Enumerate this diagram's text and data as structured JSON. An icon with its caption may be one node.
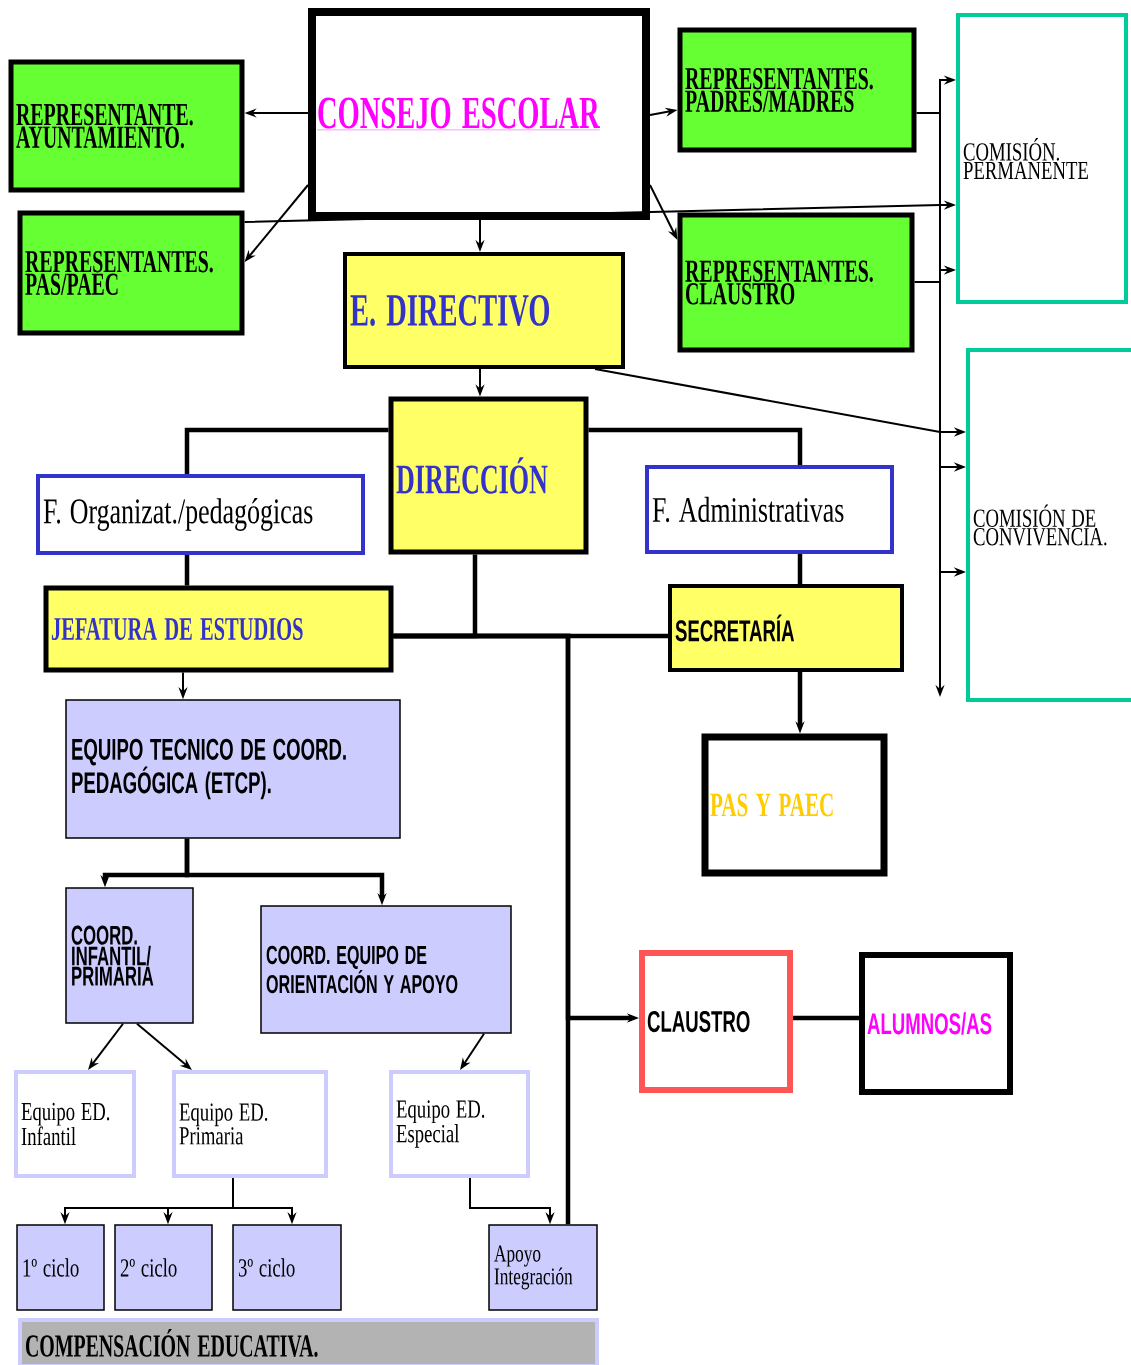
{
  "diagram": {
    "nodes": [
      {
        "text": [
          "CONSEJO ESCOLAR"
        ]
      },
      {
        "text": [
          "REPRESENTANTE. AYUNTAMIENTO."
        ]
      },
      {
        "text": [
          "REPRESENTANTES. PAS/PAEC"
        ]
      },
      {
        "text": [
          "REPRESENTANTES. PADRES/MADRES"
        ]
      },
      {
        "text": [
          "REPRESENTANTES. CLAUSTRO"
        ]
      },
      {
        "text": [
          "COMISIÓN. PERMANENTE"
        ]
      },
      {
        "text": [
          "E. DIRECTIVO"
        ]
      },
      {
        "text": [
          "DIRECCIÓN"
        ]
      },
      {
        "text": [
          "F. Organizat./pedagógicas"
        ]
      },
      {
        "text": [
          "F. Administrativas"
        ]
      },
      {
        "text": [
          "COMISIÓN DE CONVIVENCIA."
        ]
      },
      {
        "text": [
          "JEFATURA DE ESTUDIOS"
        ]
      },
      {
        "text": [
          "SECRETARÍA"
        ]
      },
      {
        "text": [
          "EQUIPO TECNICO DE COORD. PEDAGÓGICA (ETCP)."
        ]
      },
      {
        "text": [
          "PAS Y PAEC"
        ]
      },
      {
        "text": [
          "COORD. INFANTIL/ PRIMARIA"
        ]
      },
      {
        "text": [
          "COORD. EQUIPO DE ORIENTACIÓN Y APOYO"
        ]
      },
      {
        "text": [
          "CLAUSTRO"
        ]
      },
      {
        "text": [
          "ALUMNOS/AS"
        ]
      },
      {
        "text": [
          "Equipo ED. Infantil"
        ]
      },
      {
        "text": [
          "Equipo ED. Primaria"
        ]
      },
      {
        "text": [
          "Equipo ED. Especial"
        ]
      },
      {
        "text": [
          "1º ciclo"
        ]
      },
      {
        "text": [
          "2º ciclo"
        ]
      },
      {
        "text": [
          "3º ciclo"
        ]
      },
      {
        "text": [
          "Apoyo Integración"
        ]
      },
      {
        "text": [
          "COMPENSACIÓN EDUCATIVA."
        ]
      }
    ],
    "edges": [
      {
        "from": 0,
        "to": 1,
        "arrow": "to"
      },
      {
        "from": 0,
        "to": 2,
        "arrow": "to"
      },
      {
        "from": 0,
        "to": 3,
        "arrow": "to"
      },
      {
        "from": 0,
        "to": 4,
        "arrow": "to"
      },
      {
        "from": 0,
        "to": 6,
        "arrow": "to"
      },
      {
        "from": 3,
        "to": 5,
        "arrow": "to"
      },
      {
        "from": 4,
        "to": 5,
        "arrow": "to"
      },
      {
        "from": 2,
        "to": 5,
        "arrow": "to"
      },
      {
        "from": 6,
        "to": 10,
        "arrow": "to"
      },
      {
        "from": null,
        "to": 10,
        "arrow": "to"
      },
      {
        "from": null,
        "to": 10,
        "arrow": "to"
      },
      {
        "from": 6,
        "to": 7,
        "arrow": "to"
      },
      {
        "from": 7,
        "to": 8,
        "arrow": "none",
        "style": "thick"
      },
      {
        "from": 7,
        "to": 9,
        "arrow": "none",
        "style": "thick"
      },
      {
        "from": 8,
        "to": 11,
        "arrow": "none",
        "style": "thick"
      },
      {
        "from": 9,
        "to": 12,
        "arrow": "none",
        "style": "thick"
      },
      {
        "from": 7,
        "to": 11,
        "arrow": "none",
        "style": "thick"
      },
      {
        "from": 11,
        "to": 12,
        "arrow": "none",
        "style": "thick"
      },
      {
        "from": 11,
        "to": 17,
        "arrow": "to",
        "style": "thick"
      },
      {
        "from": 11,
        "to": 25,
        "arrow": "none",
        "style": "thick"
      },
      {
        "from": 12,
        "to": 14,
        "arrow": "to",
        "style": "thick"
      },
      {
        "from": 11,
        "to": 13,
        "arrow": "to"
      },
      {
        "from": 13,
        "to": 15,
        "arrow": "to",
        "style": "thick"
      },
      {
        "from": 13,
        "to": 16,
        "arrow": "to",
        "style": "thick"
      },
      {
        "from": 15,
        "to": 19,
        "arrow": "to"
      },
      {
        "from": 15,
        "to": 20,
        "arrow": "to"
      },
      {
        "from": 16,
        "to": 21,
        "arrow": "to"
      },
      {
        "from": 20,
        "to": 22,
        "arrow": "to"
      },
      {
        "from": 20,
        "to": 23,
        "arrow": "to"
      },
      {
        "from": 20,
        "to": 24,
        "arrow": "to"
      },
      {
        "from": 21,
        "to": 25,
        "arrow": "to"
      },
      {
        "from": 17,
        "to": 18,
        "arrow": "none",
        "style": "thick"
      }
    ]
  }
}
